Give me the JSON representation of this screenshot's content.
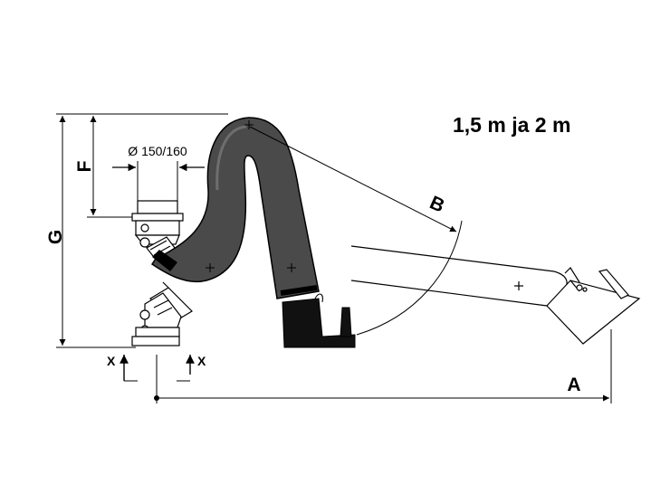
{
  "title": "1,5 m ja 2 m",
  "diameter_label": "Ø 150/160",
  "dimensions": {
    "A": "A",
    "B": "B",
    "F": "F",
    "G": "G"
  },
  "section_labels": [
    "X",
    "X"
  ],
  "colors": {
    "hose": "#4a4a4a",
    "hose_highlight": "#6e6e6e",
    "line": "#000000",
    "background": "#ffffff"
  }
}
